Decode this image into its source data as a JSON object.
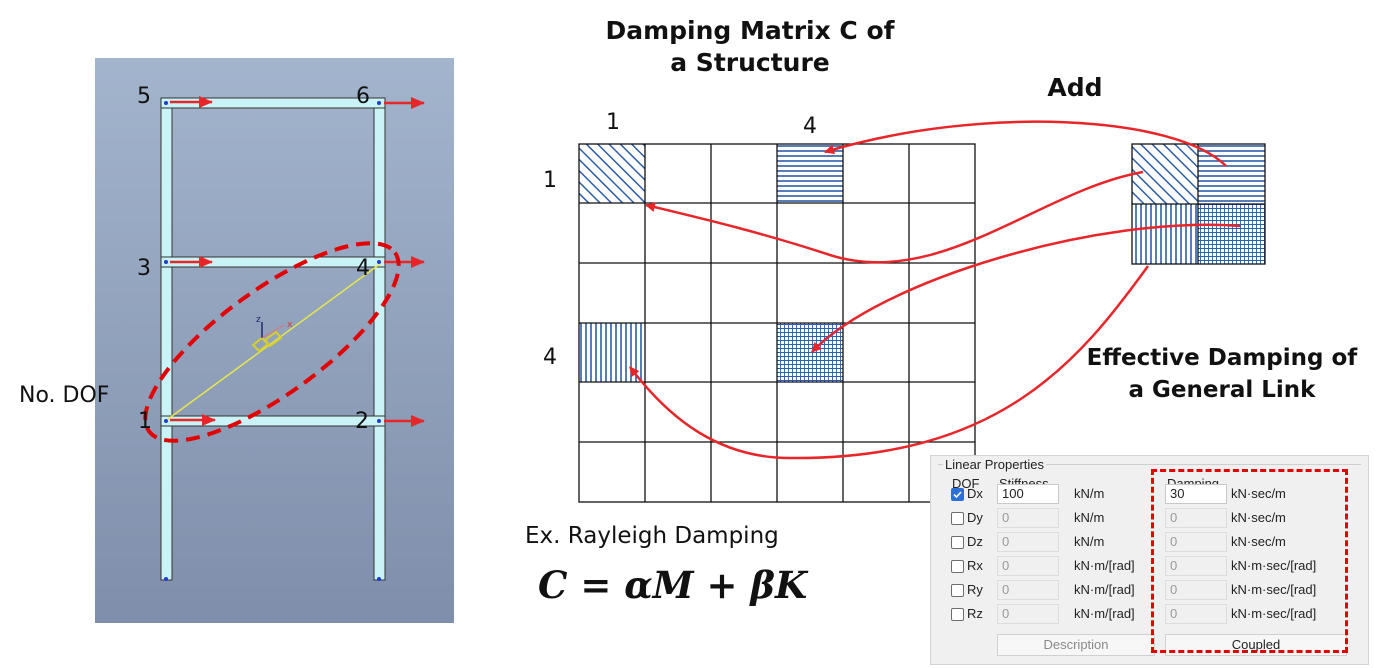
{
  "structure": {
    "node_labels": [
      "5",
      "6",
      "3",
      "4",
      "1",
      "2"
    ],
    "caption": "No. DOF"
  },
  "matrix": {
    "title_line1": "Damping Matrix C of",
    "title_line2": "a Structure",
    "col_label_1": "1",
    "col_label_4": "4",
    "row_label_1": "1",
    "row_label_4": "4"
  },
  "add_label": "Add",
  "rayleigh": {
    "caption": "Ex. Rayleigh Damping",
    "formula": "C = αM + βK"
  },
  "link": {
    "title_line1": "Effective Damping of",
    "title_line2": "a General Link"
  },
  "dialog": {
    "group_title": "Linear Properties",
    "col_dof": "DOF",
    "col_stiffness": "Stiffness",
    "col_damping": "Damping",
    "rows": [
      {
        "dof": "Dx",
        "checked": true,
        "stiffness": "100",
        "k_unit": "kN/m",
        "damping": "30",
        "c_unit": "kN·sec/m"
      },
      {
        "dof": "Dy",
        "checked": false,
        "stiffness": "0",
        "k_unit": "kN/m",
        "damping": "0",
        "c_unit": "kN·sec/m"
      },
      {
        "dof": "Dz",
        "checked": false,
        "stiffness": "0",
        "k_unit": "kN/m",
        "damping": "0",
        "c_unit": "kN·sec/m"
      },
      {
        "dof": "Rx",
        "checked": false,
        "stiffness": "0",
        "k_unit": "kN·m/[rad]",
        "damping": "0",
        "c_unit": "kN·m·sec/[rad]"
      },
      {
        "dof": "Ry",
        "checked": false,
        "stiffness": "0",
        "k_unit": "kN·m/[rad]",
        "damping": "0",
        "c_unit": "kN·m·sec/[rad]"
      },
      {
        "dof": "Rz",
        "checked": false,
        "stiffness": "0",
        "k_unit": "kN·m/[rad]",
        "damping": "0",
        "c_unit": "kN·m·sec/[rad]"
      }
    ],
    "description_button": "Description",
    "coupled_button": "Coupled"
  },
  "colors": {
    "arrow": "#e8262a",
    "hatch": "#2d5ea8",
    "beam": "#c9f3f6",
    "dashed": "#e20000"
  }
}
